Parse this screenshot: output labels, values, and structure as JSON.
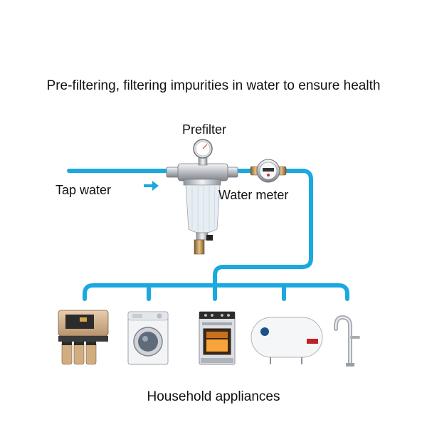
{
  "headline": "Pre-filtering, filtering impurities in water to ensure health",
  "labels": {
    "prefilter": "Prefilter",
    "tap_water": "Tap water",
    "water_meter": "Water meter",
    "household_appliances": "Household appliances"
  },
  "colors": {
    "pipe": "#1aa9df",
    "flow_arrow": "#1aa9df",
    "chrome": "#c9ccd1",
    "brass": "#c9a25b"
  },
  "icons": [
    "flow-arrow-icon",
    "prefilter-icon",
    "pressure-gauge-icon",
    "water-meter-icon",
    "water-purifier-icon",
    "washing-machine-icon",
    "oven-icon",
    "water-heater-icon",
    "faucet-icon"
  ]
}
